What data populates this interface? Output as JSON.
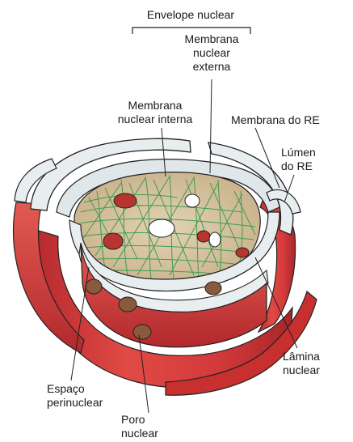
{
  "labels": {
    "envelope": "Envelope nuclear",
    "outer_membrane": "Membrana\nnuclear\nexterna",
    "inner_membrane": "Membrana\nnuclear interna",
    "er_membrane": "Membrana do RE",
    "er_lumen": "Lúmen\ndo RE",
    "lamina": "Lâmina\nnuclear",
    "perinuclear": "Espaço\nperinuclear",
    "pore": "Poro\nnuclear"
  },
  "colors": {
    "membrane_red": "#d8393b",
    "membrane_dark": "#a82428",
    "lumen_gray": "#dde4e6",
    "nucleoplasm": "#d6c3a1",
    "lamina_green": "#2e9a46",
    "pore_brown": "#8a5a3c",
    "line": "#222222"
  }
}
